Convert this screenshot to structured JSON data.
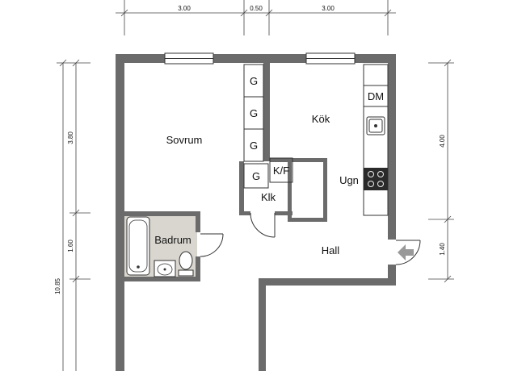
{
  "rooms": {
    "bedroom": "Sovrum",
    "kitchen": "Kök",
    "bathroom": "Badrum",
    "hall": "Hall",
    "closet": "Klk"
  },
  "fixtures": {
    "wardrobe_1": "G",
    "wardrobe_2": "G",
    "wardrobe_3": "G",
    "wardrobe_4": "G",
    "fridge_freezer": "K/F",
    "oven": "Ugn",
    "dishwasher": "DM"
  },
  "dimensions": {
    "top_left": "3.00",
    "top_middle": "0.50",
    "top_right": "3.00",
    "left_upper": "3.80",
    "left_middle": "1.60",
    "left_total": "10.85",
    "right_upper": "4.00",
    "right_lower": "1.40"
  },
  "icons": {
    "entrance": "entrance-arrow-icon"
  },
  "colors": {
    "walls": "#6b6b6b",
    "bathroom_floor": "#d9d6cf"
  }
}
